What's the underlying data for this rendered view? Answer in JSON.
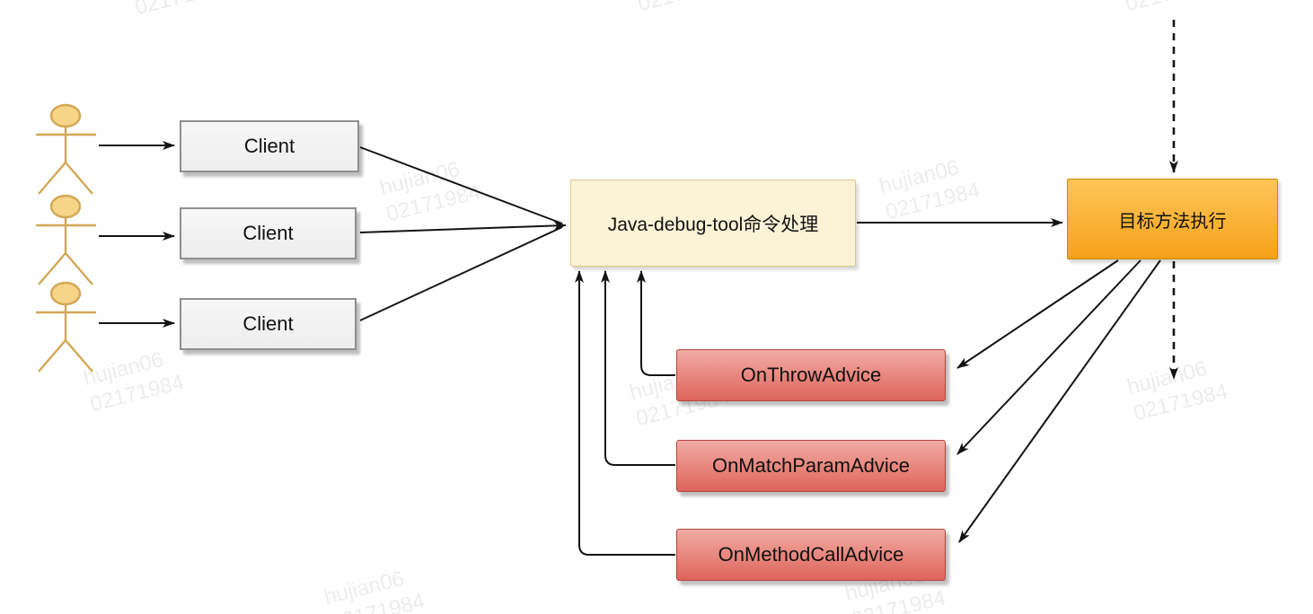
{
  "diagram": {
    "nodes": {
      "client1": {
        "label": "Client"
      },
      "client2": {
        "label": "Client"
      },
      "client3": {
        "label": "Client"
      },
      "command_processor": {
        "label": "Java-debug-tool命令处理"
      },
      "target_method": {
        "label": "目标方法执行"
      },
      "on_throw_advice": {
        "label": "OnThrowAdvice"
      },
      "on_match_param_advice": {
        "label": "OnMatchParamAdvice"
      },
      "on_method_call_advice": {
        "label": "OnMethodCallAdvice"
      }
    },
    "actors": {
      "count": 3,
      "description": "stick-figure user actors"
    },
    "edges": [
      {
        "from": "actor1",
        "to": "client1",
        "style": "solid-arrow"
      },
      {
        "from": "actor2",
        "to": "client2",
        "style": "solid-arrow"
      },
      {
        "from": "actor3",
        "to": "client3",
        "style": "solid-arrow"
      },
      {
        "from": "client1",
        "to": "command_processor",
        "style": "solid-arrow"
      },
      {
        "from": "client2",
        "to": "command_processor",
        "style": "solid-arrow"
      },
      {
        "from": "client3",
        "to": "command_processor",
        "style": "solid-arrow"
      },
      {
        "from": "command_processor",
        "to": "target_method",
        "style": "solid-arrow"
      },
      {
        "from": "above",
        "to": "target_method",
        "style": "dashed-arrow"
      },
      {
        "from": "target_method",
        "to": "below",
        "style": "dashed-arrow"
      },
      {
        "from": "target_method",
        "to": "on_throw_advice",
        "style": "solid-arrow"
      },
      {
        "from": "target_method",
        "to": "on_match_param_advice",
        "style": "solid-arrow"
      },
      {
        "from": "target_method",
        "to": "on_method_call_advice",
        "style": "solid-arrow"
      },
      {
        "from": "on_throw_advice",
        "to": "command_processor",
        "style": "solid-arrow-orthogonal"
      },
      {
        "from": "on_match_param_advice",
        "to": "command_processor",
        "style": "solid-arrow-orthogonal"
      },
      {
        "from": "on_method_call_advice",
        "to": "command_processor",
        "style": "solid-arrow-orthogonal"
      }
    ],
    "colors": {
      "client_fill": "#f2f2f2",
      "client_border": "#8f8f8f",
      "processor_fill": "#fcf3d7",
      "processor_border": "#dfc57f",
      "target_fill_top": "#ffc558",
      "target_fill_bottom": "#f5a21a",
      "target_border": "#c88a06",
      "advice_fill_top": "#f2aba4",
      "advice_fill_bottom": "#dd655b",
      "advice_border": "#b0463c",
      "actor_stroke": "#d2a855",
      "actor_head_fill": "#f6d488",
      "line_color": "#141414",
      "watermark_color": "#ececec"
    }
  },
  "watermark": {
    "line1": "hujian06",
    "line2": "02171984"
  }
}
